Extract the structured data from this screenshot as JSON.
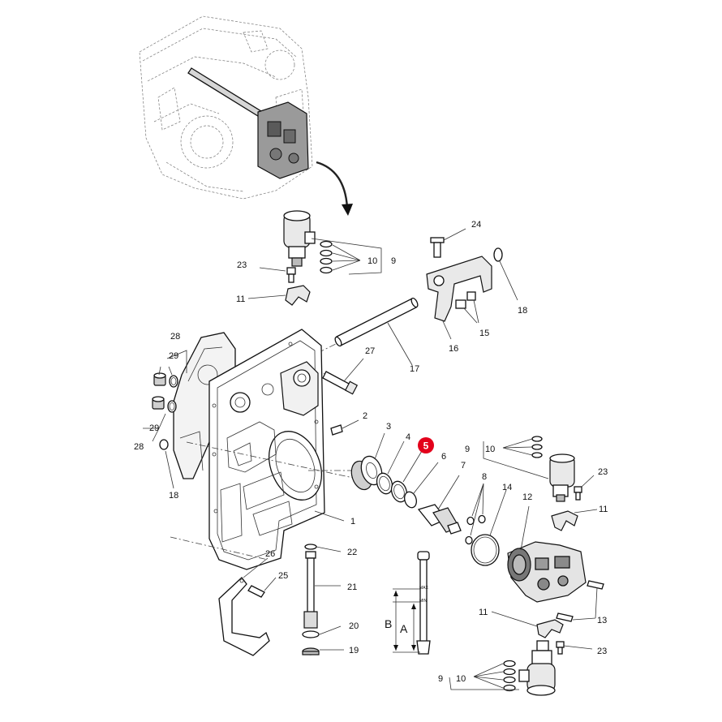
{
  "callouts": [
    {
      "id": "c24",
      "text": "24"
    },
    {
      "id": "c18a",
      "text": "18"
    },
    {
      "id": "c23a",
      "text": "23"
    },
    {
      "id": "c10a",
      "text": "10"
    },
    {
      "id": "c9a",
      "text": "9"
    },
    {
      "id": "c11a",
      "text": "11"
    },
    {
      "id": "c15",
      "text": "15"
    },
    {
      "id": "c16",
      "text": "16"
    },
    {
      "id": "c17",
      "text": "17"
    },
    {
      "id": "c27",
      "text": "27"
    },
    {
      "id": "c28a",
      "text": "28"
    },
    {
      "id": "c29a",
      "text": "29"
    },
    {
      "id": "c29b",
      "text": "29"
    },
    {
      "id": "c28b",
      "text": "28"
    },
    {
      "id": "c18b",
      "text": "18"
    },
    {
      "id": "c2",
      "text": "2"
    },
    {
      "id": "c3",
      "text": "3"
    },
    {
      "id": "c4",
      "text": "4"
    },
    {
      "id": "c6",
      "text": "6"
    },
    {
      "id": "c7",
      "text": "7"
    },
    {
      "id": "c8",
      "text": "8"
    },
    {
      "id": "c14",
      "text": "14"
    },
    {
      "id": "c12",
      "text": "12"
    },
    {
      "id": "c9b",
      "text": "9"
    },
    {
      "id": "c10b",
      "text": "10"
    },
    {
      "id": "c23b",
      "text": "23"
    },
    {
      "id": "c11b",
      "text": "11"
    },
    {
      "id": "c1",
      "text": "1"
    },
    {
      "id": "c22",
      "text": "22"
    },
    {
      "id": "c26",
      "text": "26"
    },
    {
      "id": "c25",
      "text": "25"
    },
    {
      "id": "c21",
      "text": "21"
    },
    {
      "id": "c20",
      "text": "20"
    },
    {
      "id": "c19",
      "text": "19"
    },
    {
      "id": "c11c",
      "text": "11"
    },
    {
      "id": "c13",
      "text": "13"
    },
    {
      "id": "c23c",
      "text": "23"
    },
    {
      "id": "c9c",
      "text": "9"
    },
    {
      "id": "c10c",
      "text": "10"
    }
  ],
  "highlight": {
    "text": "5",
    "color": "#e3001b"
  },
  "dipstick": {
    "max": "MAX",
    "min": "MIN",
    "dim_a": "A",
    "dim_b": "B"
  }
}
